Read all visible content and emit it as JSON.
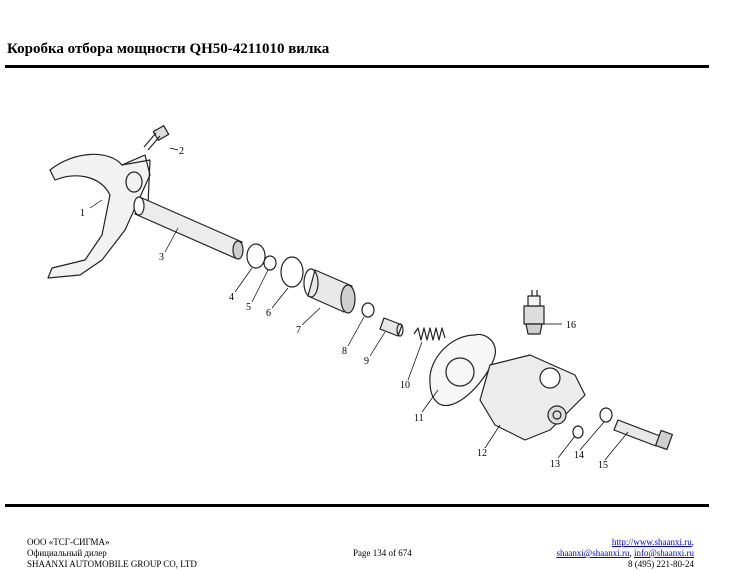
{
  "header": {
    "title": "Коробка отбора мощности QH50-4211010 вилка"
  },
  "diagram": {
    "callouts": [
      "1",
      "2",
      "3",
      "4",
      "5",
      "6",
      "7",
      "8",
      "9",
      "10",
      "11",
      "12",
      "13",
      "14",
      "15",
      "16"
    ]
  },
  "footer": {
    "left": {
      "line1": "ООО «ТСГ-СИГМА»",
      "line2": "Официальный дилер",
      "line3": "SHAANXI AUTOMOBILE GROUP CO, LTD"
    },
    "center": {
      "page": "Page 134 of 674"
    },
    "right": {
      "site": "http://www.shaanxi.ru",
      "site_suffix": ",",
      "email1": "shaanxi@shaanxi.ru",
      "sep": ", ",
      "email2": "info@shaanxi.ru",
      "phone": "8 (495) 221-80-24"
    }
  }
}
